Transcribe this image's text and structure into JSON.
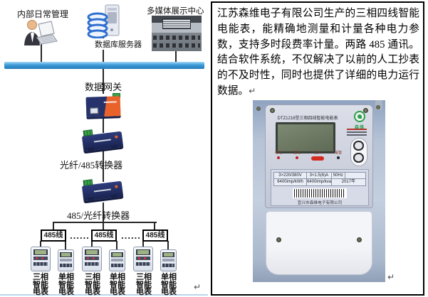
{
  "colors": {
    "bus_blue": "#3d9bd8",
    "device_navy": "#232f63",
    "device_orange": "#e8622a",
    "terminal_green": "#3aa04a",
    "brand_green": "#2e9e4f",
    "indicator_red": "#cc2222"
  },
  "page": {
    "paragraph_mark": "↵"
  },
  "diagram": {
    "admin_label": "内部日常管理",
    "db_server_label": "数据库服务器",
    "multimedia_label": "多媒体展示中心",
    "gateway_label": "数据网关",
    "converter1_label": "光纤/485转换器",
    "converter2_label": "485/光纤转换器",
    "wire_box_label": "485线",
    "ellipsis": "......",
    "meters": [
      "三相智能电表",
      "单相智能电表",
      "三相智能电表",
      "单相智能电表",
      "三相智能电表",
      "单相智能电表"
    ]
  },
  "article": {
    "paragraph": "江苏森维电子有限公司生产的三相四线智能电能表，能精确地测量和计量各种电力参数，支持多时段费率计量。两路 485 通讯。结合软件系统，不仅解决了以前的人工抄表的不及时性，同时也提供了详细的电力运行数据。",
    "meter_photo": {
      "title": "DTZ1218型三相四线智能电能表",
      "brand": "森维",
      "indicators": [
        "有功",
        "无功",
        "红外",
        "报警"
      ],
      "specs_row1": [
        "3×220/380V",
        "3×1.5(6)A",
        "50Hz"
      ],
      "specs_row2": [
        "6400imp/kWh",
        "6400imp/kvarh",
        "2017年"
      ],
      "company": "宜兴市森维电子有限公司"
    }
  }
}
